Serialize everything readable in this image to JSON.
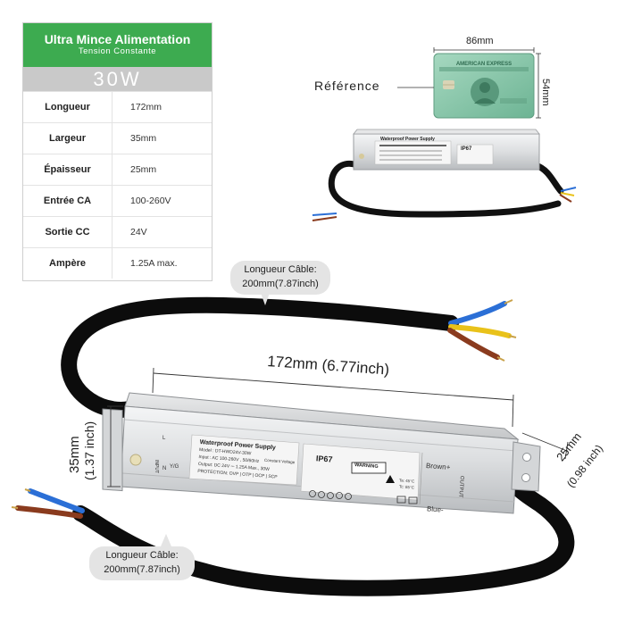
{
  "spec_card": {
    "title": "Ultra Mince Alimentation",
    "subtitle": "Tension Constante",
    "power": "30W",
    "rows": [
      {
        "label": "Longueur",
        "value": "172mm"
      },
      {
        "label": "Largeur",
        "value": "35mm"
      },
      {
        "label": "Épaisseur",
        "value": "25mm"
      },
      {
        "label": "Entrée CA",
        "value": "100-260V"
      },
      {
        "label": "Sortie CC",
        "value": "24V"
      },
      {
        "label": "Ampère",
        "value": "1.25A max."
      }
    ]
  },
  "reference": {
    "label": "Référence",
    "card_width": "86mm",
    "card_height": "54mm",
    "card_brand": "AMERICAN EXPRESS"
  },
  "dimensions": {
    "length": "172mm (6.77inch)",
    "width_mm": "35mm",
    "width_in": "(1.37 inch)",
    "thickness_mm": "25mm",
    "thickness_in": "(0.98 inch)"
  },
  "cable_callouts": {
    "top": {
      "line1": "Longueur Câble:",
      "line2": "200mm(7.87inch)"
    },
    "bottom": {
      "line1": "Longueur Câble:",
      "line2": "200mm(7.87inch)"
    }
  },
  "device_label": {
    "brand_title": "Waterproof Power Supply",
    "model": "Model : DT-HWD24V-30W",
    "input": "Input : AC 100-260V , 50/60Hz",
    "output": "Output: DC 24V ⎓ 1.25A Max., 30W",
    "protection": "PROTECTION: OVP | OTP | OCP | SCP",
    "mode": "Constant Voltage",
    "ip": "IP67",
    "warning": "WARNING",
    "input_tag": "INPUT",
    "output_tag": "OUTPUT",
    "brown": "Brown+",
    "blue": "Blue-",
    "temp1": "Ta: 45°C",
    "temp2": "Tc: 85°C",
    "l": "L",
    "n": "N",
    "yg": "Y/G"
  },
  "colors": {
    "header_green": "#3dab50",
    "power_grey": "#c9c9c9",
    "card_green": "#7fc3a6",
    "wire_blue": "#2b6fd6",
    "wire_brown": "#8a3b1e",
    "wire_yellow": "#e9c21a",
    "wire_green": "#3a9a3a"
  }
}
